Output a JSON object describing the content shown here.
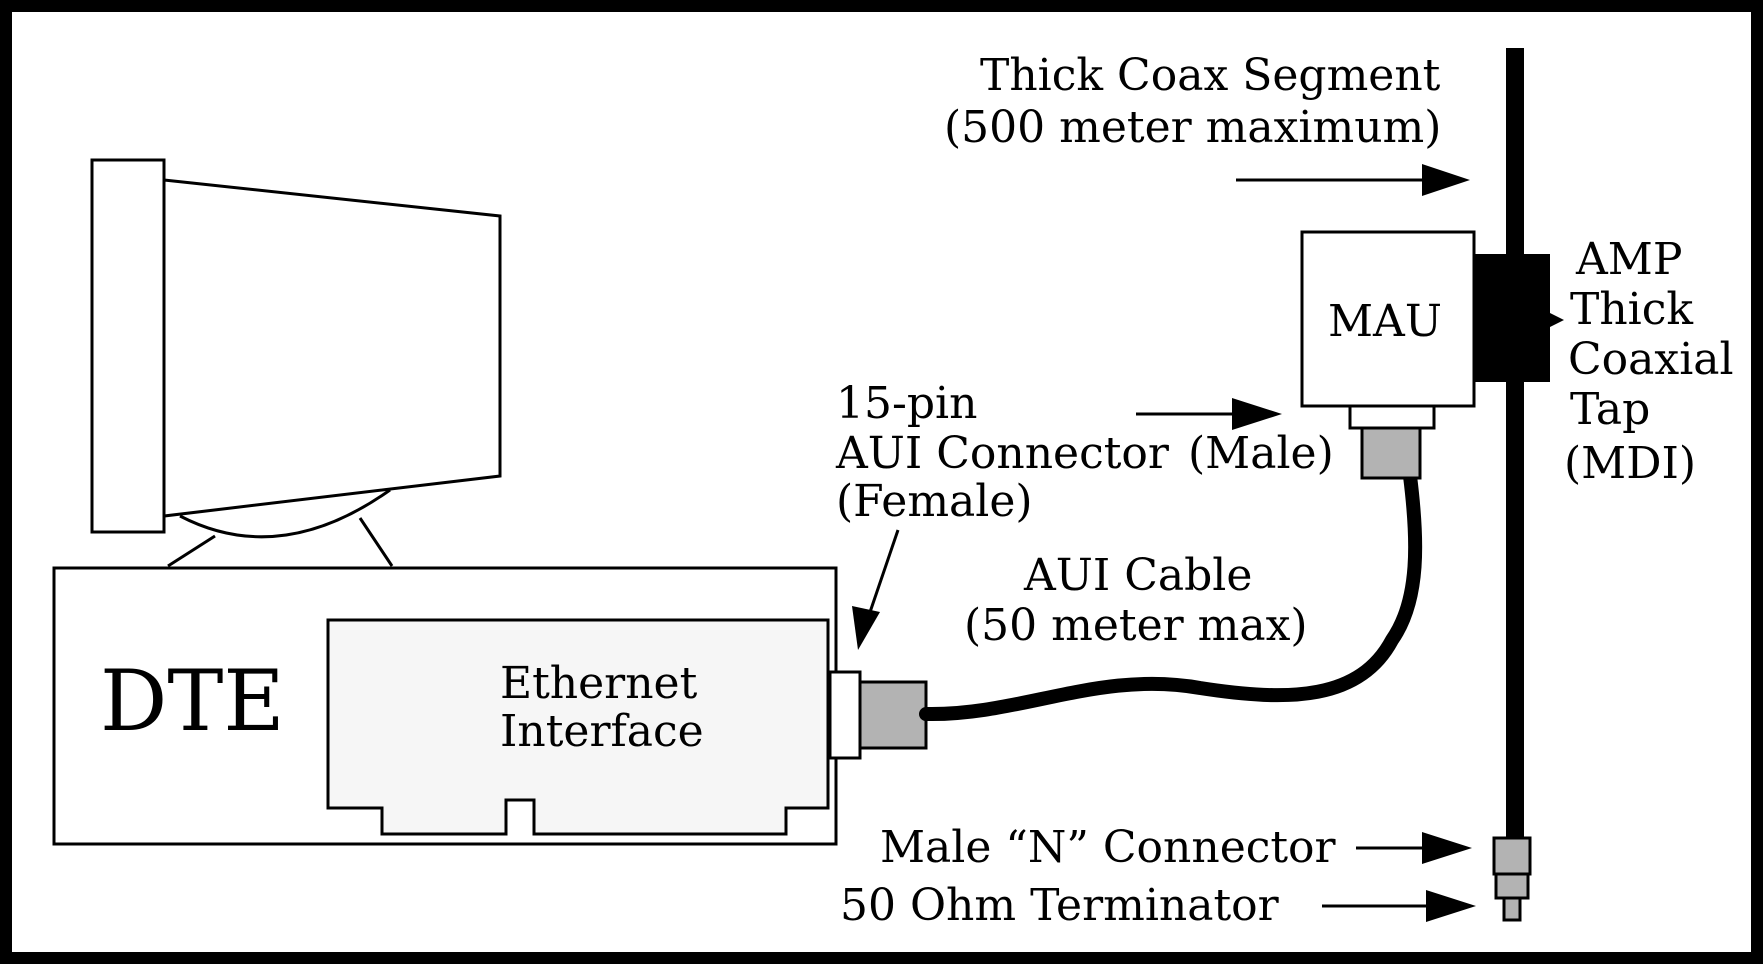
{
  "labels": {
    "coax_segment": [
      "Thick Coax Segment",
      "(500 meter maximum)"
    ],
    "mau": "MAU",
    "amp_tap": [
      "AMP",
      "Thick",
      "Coaxial",
      "Tap",
      "(MDI)"
    ],
    "aui_connector_pin": "15-pin",
    "aui_connector": "AUI Connector",
    "aui_connector_male": "(Male)",
    "aui_connector_female": "(Female)",
    "aui_cable": [
      "AUI Cable",
      "(50 meter max)"
    ],
    "dte": "DTE",
    "ethernet_interface": [
      "Ethernet",
      "Interface"
    ],
    "n_connector": "Male “N” Connector",
    "terminator": "50 Ohm Terminator"
  },
  "colors": {
    "line": "#000000",
    "background": "#ffffff",
    "card_fill": "#f6f6f6",
    "connector_gray": "#b3b3b3"
  }
}
